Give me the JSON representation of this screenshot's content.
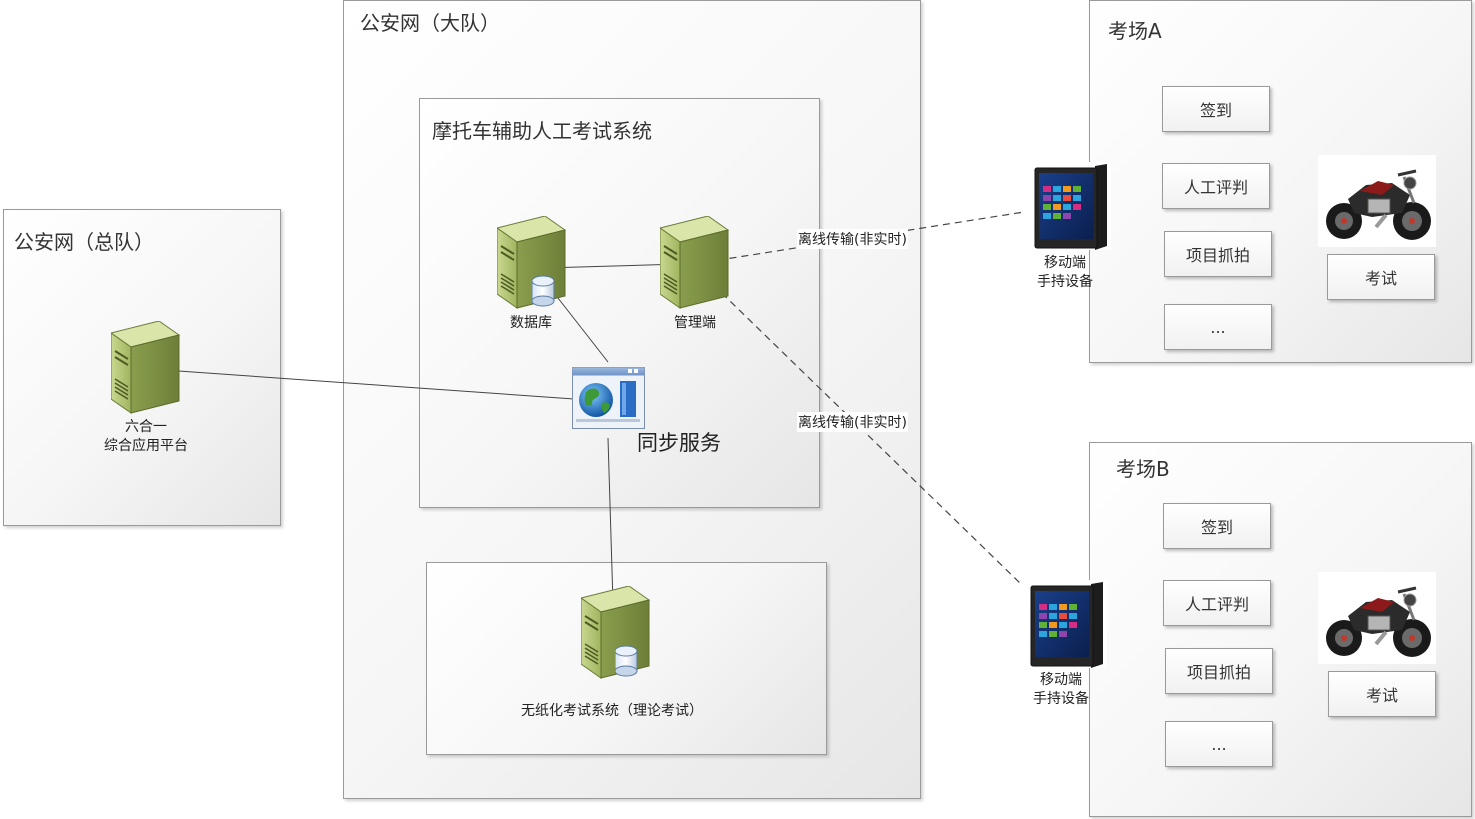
{
  "groups": {
    "zongdui": {
      "title": "公安网（总队）"
    },
    "dadui": {
      "title": "公安网（大队）"
    },
    "moto_system": {
      "title": "摩托车辅助人工考试系统"
    }
  },
  "nodes": {
    "platform": {
      "line1": "六合一",
      "line2": "综合应用平台"
    },
    "database": {
      "label": "数据库"
    },
    "admin": {
      "label": "管理端"
    },
    "sync": {
      "label": "同步服务"
    },
    "paperless": {
      "label": "无纸化考试系统（理论考试）"
    }
  },
  "sites": [
    {
      "title": "考场A",
      "buttons": [
        "签到",
        "人工评判",
        "项目抓拍",
        "..."
      ],
      "exam_label": "考试",
      "device": {
        "line1": "移动端",
        "line2": "手持设备"
      }
    },
    {
      "title": "考场B",
      "buttons": [
        "签到",
        "人工评判",
        "项目抓拍",
        "..."
      ],
      "exam_label": "考试",
      "device": {
        "line1": "移动端",
        "line2": "手持设备"
      }
    }
  ],
  "connections": {
    "offline_a": "离线传输(非实时)",
    "offline_b": "离线传输(非实时)"
  },
  "colors": {
    "server_green": "#a9bd6e",
    "box_border": "#9a9a9a",
    "line": "#444444"
  }
}
